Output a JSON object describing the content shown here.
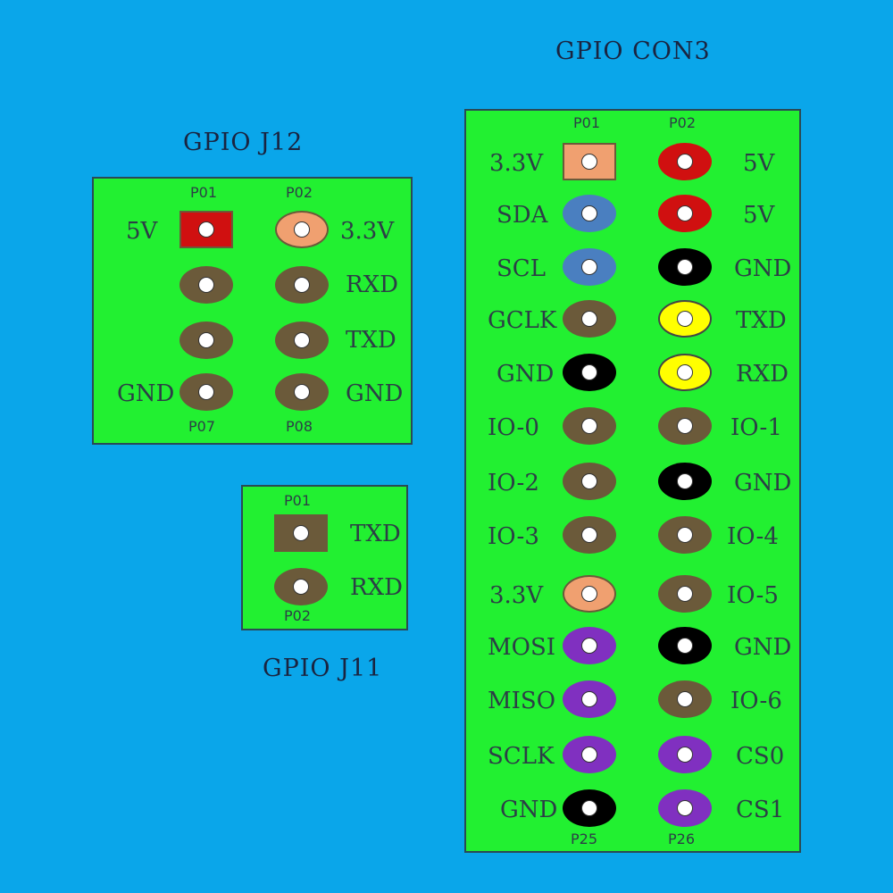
{
  "colors": {
    "background": "#0aa6ea",
    "board": "#22f031",
    "power_5v": "#d01010",
    "power_3v3": "#f0a070",
    "ground": "#000000",
    "i2c": "#4a7fc0",
    "uart": "#ffff00",
    "io": "#6b5a3a",
    "spi": "#8030c0"
  },
  "j12": {
    "title": "GPIO J12",
    "top_left_num": "P01",
    "top_right_num": "P02",
    "bottom_left_num": "P07",
    "bottom_right_num": "P08",
    "rows": [
      {
        "left_label": "5V",
        "right_label": "3.3V"
      },
      {
        "left_label": "",
        "right_label": "RXD"
      },
      {
        "left_label": "",
        "right_label": "TXD"
      },
      {
        "left_label": "GND",
        "right_label": "GND"
      }
    ]
  },
  "j11": {
    "title": "GPIO J11",
    "top_num": "P01",
    "bottom_num": "P02",
    "rows": [
      {
        "label": "TXD"
      },
      {
        "label": "RXD"
      }
    ]
  },
  "con3": {
    "title": "GPIO CON3",
    "top_left_num": "P01",
    "top_right_num": "P02",
    "bottom_left_num": "P25",
    "bottom_right_num": "P26",
    "rows": [
      {
        "left_label": "3.3V",
        "right_label": "5V"
      },
      {
        "left_label": "SDA",
        "right_label": "5V"
      },
      {
        "left_label": "SCL",
        "right_label": "GND"
      },
      {
        "left_label": "GCLK",
        "right_label": "TXD"
      },
      {
        "left_label": "GND",
        "right_label": "RXD"
      },
      {
        "left_label": "IO-0",
        "right_label": "IO-1"
      },
      {
        "left_label": "IO-2",
        "right_label": "GND"
      },
      {
        "left_label": "IO-3",
        "right_label": "IO-4"
      },
      {
        "left_label": "3.3V",
        "right_label": "IO-5"
      },
      {
        "left_label": "MOSI",
        "right_label": "GND"
      },
      {
        "left_label": "MISO",
        "right_label": "IO-6"
      },
      {
        "left_label": "SCLK",
        "right_label": "CS0"
      },
      {
        "left_label": "GND",
        "right_label": "CS1"
      }
    ]
  }
}
